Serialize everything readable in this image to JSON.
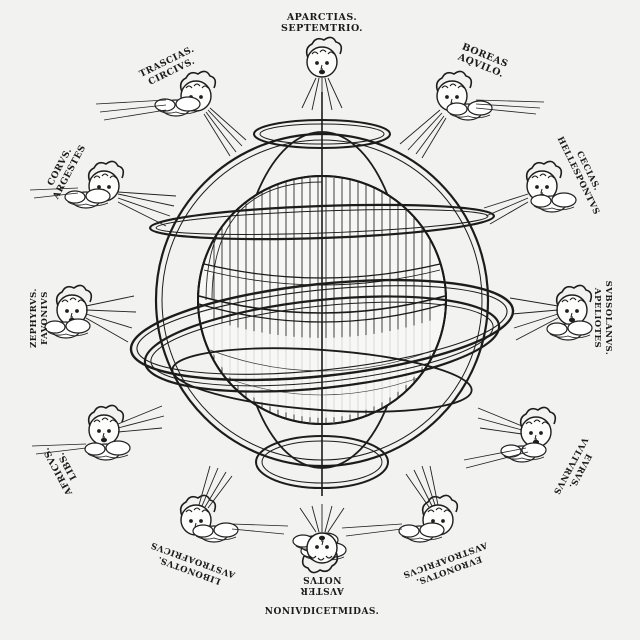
{
  "winds": {
    "top": [
      "APARCTIAS.",
      "SEPTEMTRIO."
    ],
    "boreas": [
      "BOREAS",
      "AQVILO."
    ],
    "thrascias": [
      "TRASCIAS.",
      "CIRCIVS."
    ],
    "cecias": [
      "CECIAS.",
      "HELLESPONTVS"
    ],
    "corus": [
      "CORVS.",
      "ARGESTES"
    ],
    "subsolanus": [
      "SVBSOLANVS.",
      "APELIOTES"
    ],
    "zephyrus": [
      "ZEPHYRVS.",
      "FAVONIVS"
    ],
    "eurus": [
      "EVRVS.",
      "VVLTVRNVS"
    ],
    "africus": [
      "AFRICVS.",
      "LIBS."
    ],
    "libonotus": [
      "LIBONOTVS.",
      "AVSTROAFRICVS"
    ],
    "euronotus": [
      "EVRONOTVS.",
      "AVSTROAFRICVS"
    ],
    "auster": [
      "AVSTER",
      "NOTVS"
    ]
  },
  "footer": "NONIVDICETMIDAS."
}
